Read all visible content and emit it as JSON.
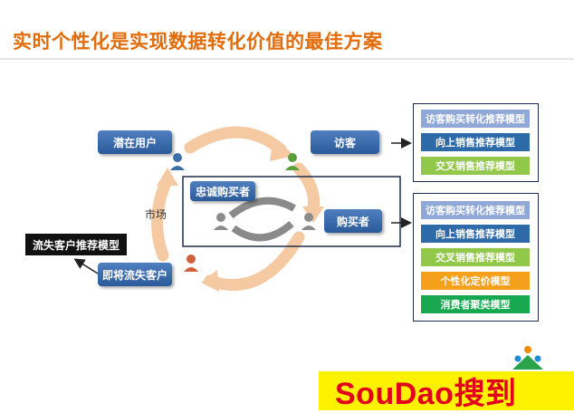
{
  "title": "实时个性化是实现数据转化价值的最佳方案",
  "nodes": {
    "potential_user": "潜在用户",
    "visitor": "访客",
    "loyal_buyer": "忠诚购买者",
    "buyer": "购买者",
    "market": "市场",
    "churning_customer": "即将流失客户",
    "lost_customer_model": "流失客户推荐模型"
  },
  "visitor_models": [
    "访客购买转化推荐模型",
    "向上销售推荐模型",
    "交叉销售推荐模型"
  ],
  "buyer_models": [
    "访客购买转化推荐模型",
    "向上销售推荐模型",
    "交叉销售推荐模型",
    "个性化定价模型",
    "消费者聚类模型"
  ],
  "watermark": {
    "brand": "SouDao搜到"
  }
}
